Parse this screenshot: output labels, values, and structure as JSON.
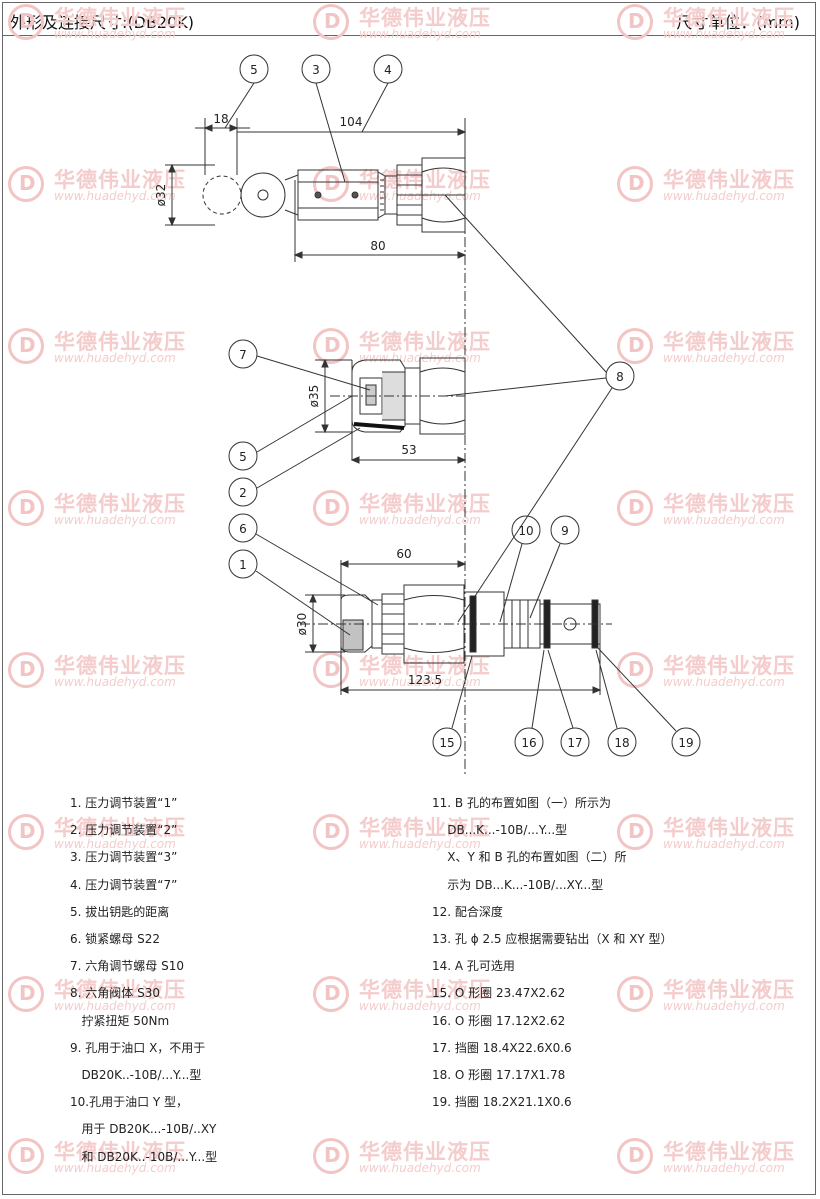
{
  "header": {
    "title": "外形及连接尺寸:(DB20K)",
    "unit": "尺寸单位：(mm)"
  },
  "watermark": {
    "text": "华德伟业液压",
    "url": "www.huadehyd.com"
  },
  "views": {
    "top": {
      "dims": [
        "18",
        "104",
        "80",
        "ø32"
      ],
      "balloons": [
        "5",
        "3",
        "4"
      ]
    },
    "middle": {
      "dims": [
        "ø35",
        "53"
      ],
      "balloons": [
        "7",
        "5",
        "2",
        "8"
      ]
    },
    "bottom": {
      "dims": [
        "60",
        "ø30",
        "123.5"
      ],
      "balloons": [
        "6",
        "1",
        "10",
        "9",
        "15",
        "16",
        "17",
        "18",
        "19"
      ]
    }
  },
  "legend_left": [
    "1. 压力调节装置“1”",
    "2. 压力调节装置“2”",
    "3. 压力调节装置“3”",
    "4. 压力调节装置“7”",
    "5. 拔出钥匙的距离",
    "6. 锁紧螺母 S22",
    "7. 六角调节螺母 S10",
    "8. 六角阀体 S30",
    "   拧紧扭矩 50Nm",
    "9. 孔用于油口 X，不用于",
    "   DB20K..-10B/...Y...型",
    "10.孔用于油口 Y 型，",
    "   用于 DB20K...-10B/..XY",
    "   和 DB20K..-10B/...Y...型"
  ],
  "legend_right": [
    "11. B 孔的布置如图（一）所示为",
    "    DB...K...-10B/...Y...型",
    "    X、Y 和 B 孔的布置如图（二）所",
    "    示为 DB...K...-10B/...XY...型",
    "12. 配合深度",
    "13. 孔 ϕ 2.5 应根据需要钻出（X 和 XY 型）",
    "14. A 孔可选用",
    "15. O 形圈 23.47X2.62",
    "16. O 形圈 17.12X2.62",
    "17. 挡圈 18.4X22.6X0.6",
    "18. O 形圈 17.17X1.78",
    "19. 挡圈 18.2X21.1X0.6"
  ]
}
